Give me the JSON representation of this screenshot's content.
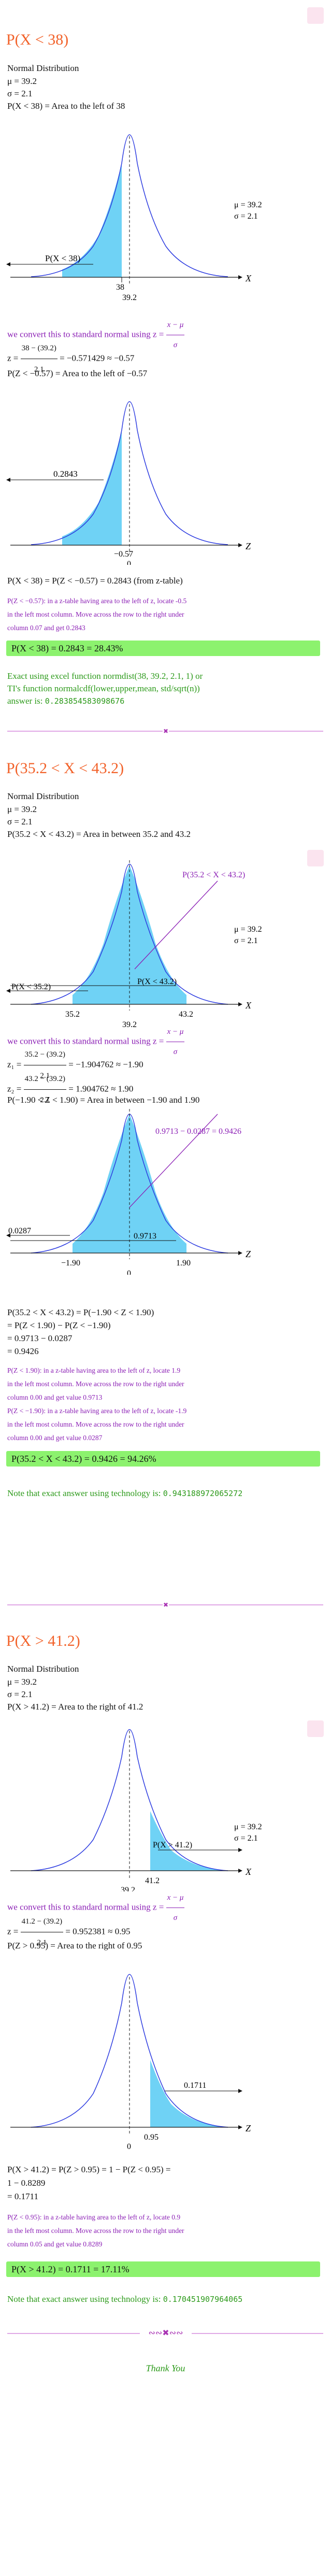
{
  "colors": {
    "title": "#f2622a",
    "purple": "#8b1fb5",
    "green_box": "#8cf26e",
    "green_text": "#2c9a1a",
    "shade": "#6fd2f5",
    "curve": "#2c3be0"
  },
  "p1": {
    "title": "P(X < 38)",
    "l1": "Normal Distribution",
    "l2": "μ = 39.2",
    "l3": "σ = 2.1",
    "l4": "P(X < 38) = Area to the left of 38",
    "fig1": {
      "label": "P(X < 38)",
      "tick1": "38",
      "tick2": "39.2",
      "axis": "X",
      "mu": "μ = 39.2",
      "sigma": "σ = 2.1"
    },
    "convert": "we convert this to standard normal using z =",
    "frac_n": "x − μ",
    "frac_d": "σ",
    "z_pre": "z =",
    "z_n": "38 − (39.2)",
    "z_d": "2.1",
    "z_post": "= −0.571429 ≈ −0.57",
    "l5": "P(Z < −0.57) = Area to the left of −0.57",
    "fig2": {
      "label": "0.2843",
      "tick1": "−0.57",
      "tick2": "0",
      "axis": "Z"
    },
    "res": "P(X < 38) = P(Z < −0.57) = 0.2843 (from z-table)",
    "n1": "P(Z < −0.57): in a z-table having area to the left of z, locate -0.5",
    "n2": "in the left most column.  Move across the row to the right under",
    "n3": "column 0.07 and get 0.2843",
    "box": "P(X < 38) = 0.2843 = 28.43%",
    "g1": "Exact using excel function normdist(38, 39.2, 2.1, 1) or",
    "g2": "TI's function normalcdf(lower,upper,mean, std/sqrt(n))",
    "g3": "answer is:",
    "g3v": "0.283854583098676"
  },
  "p2": {
    "title": "P(35.2 < X < 43.2)",
    "l1": "Normal Distribution",
    "l2": "μ = 39.2",
    "l3": "σ = 2.1",
    "l4": "P(35.2 < X < 43.2) = Area in between 35.2 and 43.2",
    "fig1": {
      "call": "P(35.2 < X < 43.2)",
      "left": "P(X < 35.2)",
      "right": "P(X < 43.2)",
      "tick1": "35.2",
      "tick2": "43.2",
      "tick3": "39.2",
      "axis": "X",
      "mu": "μ = 39.2",
      "sigma": "σ = 2.1"
    },
    "convert": "we convert this to standard normal using z =",
    "frac_n": "x − μ",
    "frac_d": "σ",
    "z1_pre": "z₁ =",
    "z1_n": "35.2 − (39.2)",
    "z1_d": "2.1",
    "z1_post": "= −1.904762 ≈ −1.90",
    "z2_pre": "z₂ =",
    "z2_n": "43.2 − (39.2)",
    "z2_d": "2.1",
    "z2_post": "= 1.904762 ≈ 1.90",
    "l5": "P(−1.90 < Z < 1.90) = Area in between −1.90 and 1.90",
    "fig2": {
      "call": "0.9713 − 0.0287 = 0.9426",
      "left": "0.0287",
      "right": "0.9713",
      "tick1": "−1.90",
      "tick2": "1.90",
      "tick3": "0",
      "axis": "Z"
    },
    "r1": "P(35.2 < X < 43.2) = P(−1.90 < Z < 1.90)",
    "r2": "= P(Z < 1.90) − P(Z < −1.90)",
    "r3": "= 0.9713 − 0.0287",
    "r4": "= 0.9426",
    "n1": "P(Z < 1.90): in a z-table having area to the left of z, locate 1.9",
    "n2": "in the left most column.  Move across the row to the right under",
    "n3": "column 0.00 and get value 0.9713",
    "n4": "P(Z < −1.90): in a z-table having area to the left of z, locate -1.9",
    "n5": "in the left most column.  Move across the row to the right under",
    "n6": "column 0.00 and get value 0.0287",
    "box": "P(35.2 < X < 43.2) = 0.9426 = 94.26%",
    "g1": "Note that exact answer using technology is:",
    "g1v": "0.943188972065272"
  },
  "p3": {
    "title": "P(X > 41.2)",
    "l1": "Normal Distribution",
    "l2": "μ = 39.2",
    "l3": "σ = 2.1",
    "l4": "P(X > 41.2) = Area to the right of 41.2",
    "fig1": {
      "label": "P(X > 41.2)",
      "tick1": "41.2",
      "tick2": "39.2",
      "axis": "X",
      "mu": "μ = 39.2",
      "sigma": "σ = 2.1"
    },
    "convert": "we convert this to standard normal using z =",
    "frac_n": "x − μ",
    "frac_d": "σ",
    "z_pre": "z =",
    "z_n": "41.2 − (39.2)",
    "z_d": "2.1",
    "z_post": "= 0.952381 ≈ 0.95",
    "l5": "P(Z > 0.95) = Area to the right of 0.95",
    "fig2": {
      "label": "0.1711",
      "tick1": "0.95",
      "tick2": "0",
      "axis": "Z"
    },
    "r1": "P(X  >  41.2)  =  P(Z  >  0.95)  =  1 − P(Z  <  0.95)  =",
    "r2": "1 − 0.8289",
    "r3": "= 0.1711",
    "n1": "P(Z < 0.95): in a z-table having area to the left of z, locate 0.9",
    "n2": "in the left most column.  Move across the row to the right under",
    "n3": "column 0.05 and get value 0.8289",
    "box": "P(X > 41.2) = 0.1711 = 17.11%",
    "g1": "Note that exact answer using technology is:",
    "g1v": "0.170451907964065"
  },
  "footer": {
    "thanks": "Thank You"
  }
}
